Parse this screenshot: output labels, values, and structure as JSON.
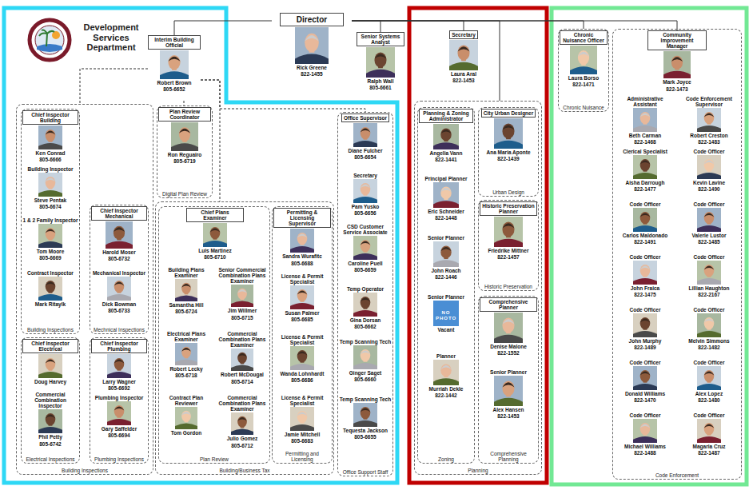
{
  "diagram": {
    "title": "Development Services Department",
    "nodes": [
      {
        "text": [
          "Director",
          "Rick Greene",
          "822-1455"
        ]
      },
      {
        "text": [
          "Interim Building Official",
          "Robert Brown",
          "805-6652"
        ]
      },
      {
        "text": [
          "Senior Systems Analyst",
          "Ralph Wall",
          "805-6661"
        ]
      },
      {
        "text": [
          "Building Inspections"
        ]
      },
      {
        "text": [
          "Building Inspections"
        ],
        "in": 3
      },
      {
        "text": [
          "Chief Inspector Building",
          "Ken Conrad",
          "805-6666"
        ],
        "in": 4
      },
      {
        "text": [
          "Building Inspector",
          "Steve Pentak",
          "805-6674"
        ],
        "in": 4
      },
      {
        "text": [
          "1 & 2 Family Inspector",
          "Tom Moore",
          "805-6669"
        ],
        "in": 4
      },
      {
        "text": [
          "Contract Inspector",
          "Mark Ritaylk"
        ],
        "in": 4
      },
      {
        "text": [
          "Mechnical Inspections"
        ],
        "in": 3
      },
      {
        "text": [
          "Chief Inspector Mechanical",
          "Harold Moser",
          "805-6732"
        ],
        "in": 9
      },
      {
        "text": [
          "Mechanical Inspector",
          "Dick Bowman",
          "805-6733"
        ],
        "in": 9
      },
      {
        "text": [
          "Electrical Inspections"
        ],
        "in": 3
      },
      {
        "text": [
          "Chief Inspector Electrical",
          "Doug Harvey"
        ],
        "in": 12
      },
      {
        "text": [
          "Commercial Combination Inspector",
          "Phil Petty",
          "805-6742"
        ],
        "in": 12
      },
      {
        "text": [
          "Plumbing Inspections"
        ],
        "in": 3
      },
      {
        "text": [
          "Chief Inspector Plumbing",
          "Larry Wagner",
          "805-6692"
        ],
        "in": 15
      },
      {
        "text": [
          "Plumbing Inspector",
          "Gary Saffelder",
          "805-6694"
        ],
        "in": 15
      },
      {
        "text": [
          "Digital Plan Review"
        ]
      },
      {
        "text": [
          "Plan Review Coordinator",
          "Ron Reguairo",
          "805-6719"
        ],
        "in": 18
      },
      {
        "text": [
          "Building/Business Tax"
        ]
      },
      {
        "text": [
          "Plan Review"
        ],
        "in": 20
      },
      {
        "text": [
          "Chief Plans Examiner",
          "Luis Martinez",
          "805-6710"
        ],
        "in": 21
      },
      {
        "text": [
          "Building Plans Examiner",
          "Samantha Hill",
          "805-6724"
        ],
        "in": 21
      },
      {
        "text": [
          "Senior Commercial Combination Plans Examiner",
          "Jim Willmer",
          "805-6715"
        ],
        "in": 21
      },
      {
        "text": [
          "Electrical Plans Examiner",
          "Robert Lecky",
          "805-6718"
        ],
        "in": 21
      },
      {
        "text": [
          "Commercial Combination Plans Examiner",
          "Robert McDougal",
          "805-6714"
        ],
        "in": 21
      },
      {
        "text": [
          "Contract Plan Reviewer",
          "Tom Gordon"
        ],
        "in": 21
      },
      {
        "text": [
          "Commercial Combination Plans Examiner",
          "Julio Gomez",
          "805-6712"
        ],
        "in": 21
      },
      {
        "text": [
          "Permitting and Licensing"
        ],
        "in": 20
      },
      {
        "text": [
          "Permitting & Licensing Supervisor",
          "Sandra Wurafitc",
          "805-6688"
        ],
        "in": 29
      },
      {
        "text": [
          "License & Permit Specialist",
          "Susan Palmer",
          "805-6685"
        ],
        "in": 29
      },
      {
        "text": [
          "License & Permit Specialist",
          "Wanda Lohnhardt",
          "805-6686"
        ],
        "in": 29
      },
      {
        "text": [
          "License & Permit Specialist",
          "Jamie Mitchell",
          "805-6683"
        ],
        "in": 29
      },
      {
        "text": [
          "Office Support Staff"
        ]
      },
      {
        "text": [
          "Office Supervisor",
          "Diane Fulcher",
          "805-6654"
        ],
        "in": 34
      },
      {
        "text": [
          "Secretary",
          "Pam Yusko",
          "805-6656"
        ],
        "in": 34
      },
      {
        "text": [
          "CSD Customer Service Associate",
          "Caroline Puell",
          "805-6659"
        ],
        "in": 34
      },
      {
        "text": [
          "Temp Operator",
          "Gina Dorsan",
          "805-6662"
        ],
        "in": 34
      },
      {
        "text": [
          "Temp Scanning Tech",
          "Ginger Saget",
          "805-6660"
        ],
        "in": 34
      },
      {
        "text": [
          "Temp Scanning Tech",
          "Tequesta Jackson",
          "805-6655"
        ],
        "in": 34
      },
      {
        "text": [
          "Secretary",
          "Laura Aral",
          "822-1453"
        ]
      },
      {
        "text": [
          "Planning"
        ]
      },
      {
        "text": [
          "Zoning"
        ],
        "in": 42
      },
      {
        "text": [
          "Planning & Zoning Administrator",
          "Angelia Vann",
          "822-1441"
        ],
        "in": 43
      },
      {
        "text": [
          "Principal Planner",
          "Eric Schneider",
          "822-1448"
        ],
        "in": 43
      },
      {
        "text": [
          "Senior Planner",
          "John Roach",
          "822-1446"
        ],
        "in": 43
      },
      {
        "text": [
          "Senior Planner",
          "NO PHOTO",
          "Vacant"
        ],
        "in": 43
      },
      {
        "text": [
          "Planner",
          "Murriah Dekle",
          "822-1442"
        ],
        "in": 43
      },
      {
        "text": [
          "Urban Design"
        ],
        "in": 42
      },
      {
        "text": [
          "City Urban Designer",
          "Ana Maria Aponte",
          "822-1439"
        ],
        "in": 49
      },
      {
        "text": [
          "Historic Preservation"
        ],
        "in": 42
      },
      {
        "text": [
          "Historic Preservation Planner",
          "Friedrike Mittner",
          "822-1457"
        ],
        "in": 51
      },
      {
        "text": [
          "Comprehensive Planning"
        ],
        "in": 42
      },
      {
        "text": [
          "Comprehensive Planner",
          "Denise Malone",
          "822-1552"
        ],
        "in": 53
      },
      {
        "text": [
          "Senior Planner",
          "Alex Hansen",
          "822-1453"
        ],
        "in": 53
      },
      {
        "text": [
          "Chronic Nuisance"
        ]
      },
      {
        "text": [
          "Chronic Nuisance Officer",
          "Laura Borso",
          "822-1471"
        ],
        "in": 56
      },
      {
        "text": [
          "Code Enforcement"
        ]
      },
      {
        "text": [
          "Community Improvement Manager",
          "Mark Joyce",
          "822-1473"
        ],
        "in": 58
      },
      {
        "text": [
          "Administrative Assistant",
          "Beth Carman",
          "822-1468"
        ],
        "in": 58
      },
      {
        "text": [
          "Code Enforcement Supervisor",
          "Robert Creston",
          "822-1483"
        ],
        "in": 58
      },
      {
        "text": [
          "Clerical Specialist",
          "Aisha Darrough",
          "822-1477"
        ],
        "in": 58
      },
      {
        "text": [
          "Code Officer",
          "Kevin Lavine",
          "822-1490"
        ],
        "in": 58
      },
      {
        "text": [
          "Code Officer",
          "Carlos Maldonado",
          "822-1491"
        ],
        "in": 58
      },
      {
        "text": [
          "Code Officer",
          "Valerie Lustor",
          "822-1485"
        ],
        "in": 58
      },
      {
        "text": [
          "Code Officer",
          "John Fraica",
          "822-1475"
        ],
        "in": 58
      },
      {
        "text": [
          "Code Officer",
          "Lillian Haughton",
          "822-2167"
        ],
        "in": 58
      },
      {
        "text": [
          "Code Officer",
          "John Murphy",
          "822-1489"
        ],
        "in": 58
      },
      {
        "text": [
          "Code Officer",
          "Melvin Simmons",
          "822-1482"
        ],
        "in": 58
      },
      {
        "text": [
          "Code Officer",
          "Donald Williams",
          "822-1470"
        ],
        "in": 58
      },
      {
        "text": [
          "Code Officer",
          "Alex Lopez",
          "822-1480"
        ],
        "in": 58
      },
      {
        "text": [
          "Code Officer",
          "Michael Williams",
          "822-1488"
        ],
        "in": 58
      },
      {
        "text": [
          "Code Officer",
          "Magaria Cruz",
          "822-1487"
        ],
        "in": 58
      }
    ],
    "edges": [
      {
        "from": 0,
        "to": 1,
        "arrow": "none"
      },
      {
        "from": 0,
        "to": 2,
        "arrow": "none"
      },
      {
        "from": 0,
        "to": 41,
        "arrow": "none"
      },
      {
        "from": 0,
        "to": 56,
        "arrow": "none"
      },
      {
        "from": 0,
        "to": 59,
        "arrow": "none"
      },
      {
        "from": 0,
        "to": 42,
        "arrow": "none"
      },
      {
        "from": 1,
        "to": 3,
        "arrow": "none"
      },
      {
        "from": 1,
        "to": 18,
        "arrow": "none"
      },
      {
        "from": 1,
        "to": 20,
        "arrow": "none"
      },
      {
        "from": 1,
        "to": 34,
        "arrow": "none"
      }
    ]
  }
}
